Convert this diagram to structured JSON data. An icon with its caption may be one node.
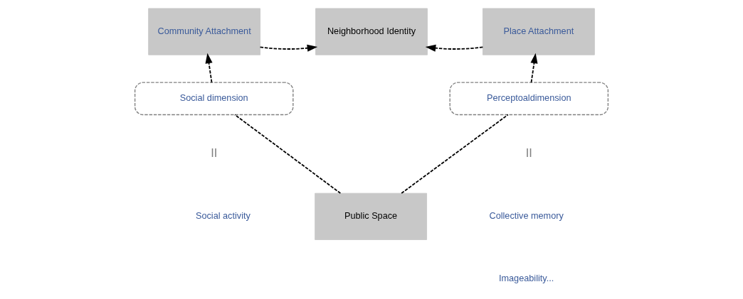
{
  "diagram": {
    "nodes": [
      {
        "text": [
          "Community Attachment"
        ]
      },
      {
        "text": [
          "Neighborhood Identity"
        ]
      },
      {
        "text": [
          "Place Attachment"
        ]
      },
      {
        "text": [
          "Social dimension"
        ]
      },
      {
        "text": [
          "Perceptoaldimension"
        ]
      },
      {
        "text": [
          "Public Space"
        ]
      }
    ],
    "edges": [
      {
        "from": 0,
        "to": 1,
        "arrow": "to",
        "style": "dashed"
      },
      {
        "from": 2,
        "to": 1,
        "arrow": "to",
        "style": "dashed"
      },
      {
        "from": 3,
        "to": 0,
        "arrow": "to",
        "style": "dashed"
      },
      {
        "from": 4,
        "to": 2,
        "arrow": "to",
        "style": "dashed"
      },
      {
        "from": 5,
        "to": 3,
        "arrow": "none",
        "style": "dashed"
      },
      {
        "from": 5,
        "to": 4,
        "arrow": "none",
        "style": "dashed"
      }
    ],
    "labels": [
      "II",
      "II",
      "Social activity",
      "Collective memory",
      "Imageability..."
    ]
  }
}
